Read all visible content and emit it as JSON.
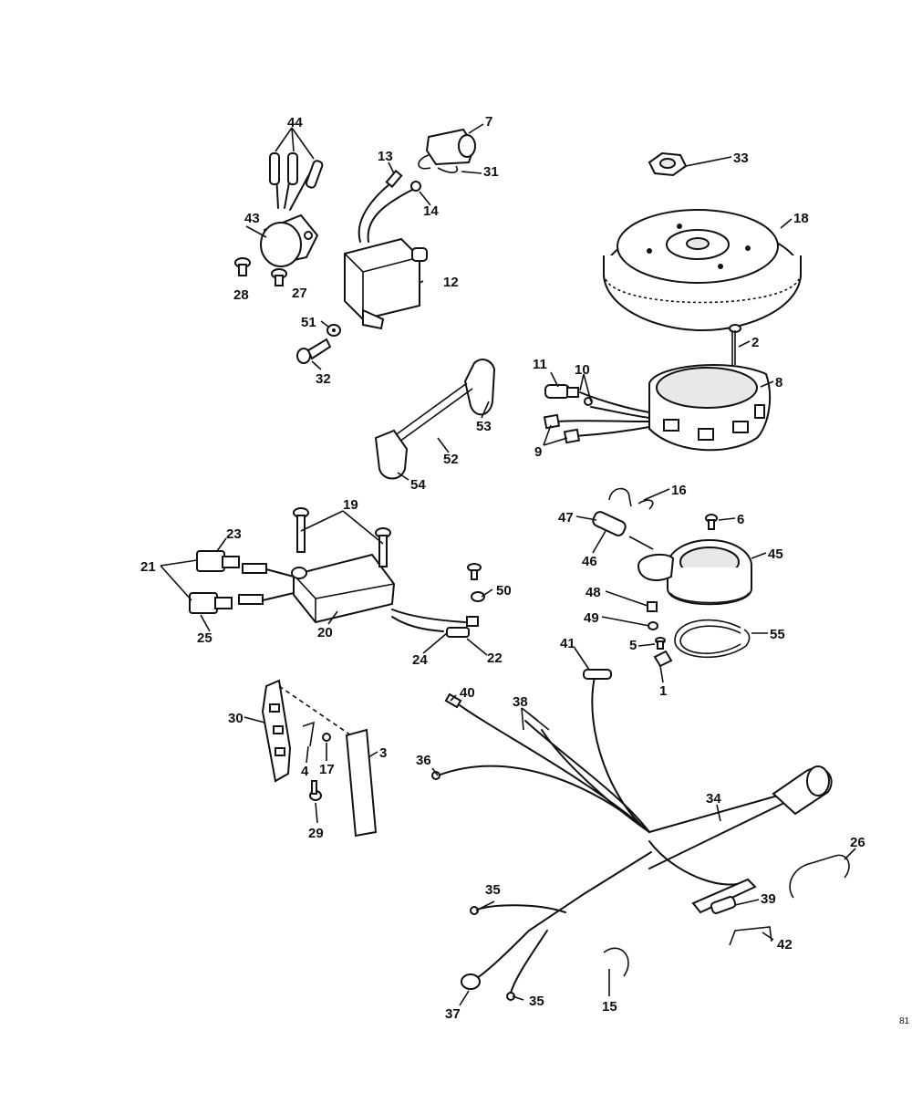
{
  "diagram": {
    "page_mark": "81",
    "callouts": {
      "c1": "1",
      "c2": "2",
      "c3": "3",
      "c4": "4",
      "c5": "5",
      "c6": "6",
      "c7": "7",
      "c8": "8",
      "c9": "9",
      "c10": "10",
      "c11": "11",
      "c12": "12",
      "c13": "13",
      "c14": "14",
      "c15": "15",
      "c16": "16",
      "c17": "17",
      "c18": "18",
      "c19": "19",
      "c20": "20",
      "c21": "21",
      "c22": "22",
      "c23": "23",
      "c24": "24",
      "c25": "25",
      "c26": "26",
      "c27": "27",
      "c28": "28",
      "c29": "29",
      "c30": "30",
      "c31": "31",
      "c32": "32",
      "c33": "33",
      "c34": "34",
      "c35a": "35",
      "c35b": "35",
      "c36": "36",
      "c37": "37",
      "c38": "38",
      "c39": "39",
      "c40": "40",
      "c41": "41",
      "c42": "42",
      "c43": "43",
      "c44": "44",
      "c45": "45",
      "c46": "46",
      "c47": "47",
      "c48": "48",
      "c49": "49",
      "c50": "50",
      "c51": "51",
      "c52": "52",
      "c53": "53",
      "c54": "54",
      "c55": "55"
    }
  }
}
